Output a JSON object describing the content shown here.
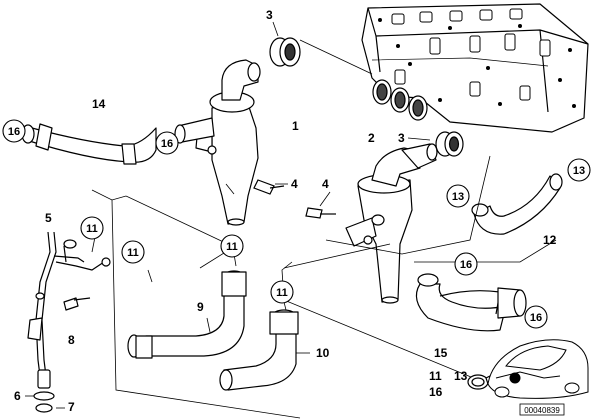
{
  "diagram": {
    "reference_id": "00040839",
    "labels": {
      "p1": "1",
      "p2": "2",
      "p3a": "3",
      "p3b": "3",
      "p4a": "4",
      "p4b": "4",
      "p5": "5",
      "p6": "6",
      "p7": "7",
      "p8": "8",
      "p9": "9",
      "p10": "10",
      "p12": "12",
      "p14": "14",
      "p15": "15"
    },
    "callouts": {
      "c16a": "16",
      "c16b": "16",
      "c16c": "16",
      "c16d": "16",
      "c11a": "11",
      "c11b": "11",
      "c11c": "11",
      "c11d": "11",
      "c13a": "13",
      "c13b": "13"
    },
    "kit_legend": {
      "row1_a": "11",
      "row1_b": "13",
      "row2": "16"
    },
    "icons": [
      "intake-manifold-icon",
      "cyclone-separator-icon",
      "hose-icon",
      "clamp-icon",
      "car-thumbnail-icon"
    ]
  }
}
